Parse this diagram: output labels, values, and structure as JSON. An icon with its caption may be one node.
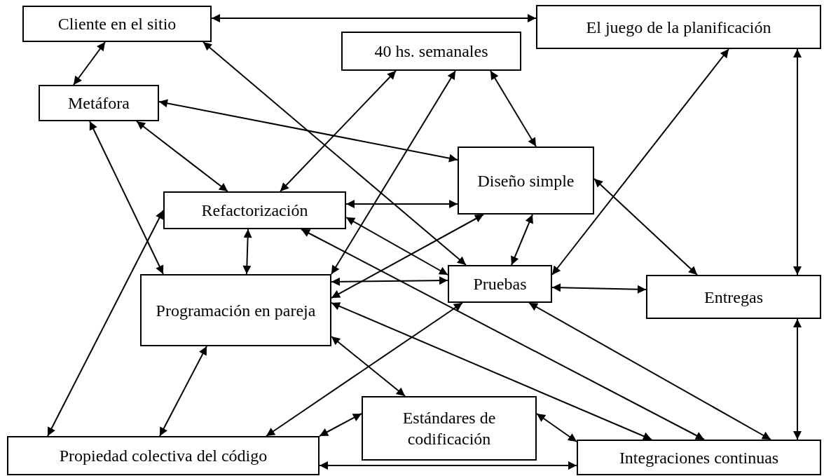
{
  "diagram": {
    "nodes": [
      {
        "text": [
          "Cliente en el sitio"
        ]
      },
      {
        "text": [
          "El juego de la planificación"
        ]
      },
      {
        "text": [
          "40 hs. semanales"
        ]
      },
      {
        "text": [
          "Metáfora"
        ]
      },
      {
        "text": [
          "Diseño simple"
        ]
      },
      {
        "text": [
          "Refactorización"
        ]
      },
      {
        "text": [
          "Pruebas"
        ]
      },
      {
        "text": [
          "Programación en pareja"
        ]
      },
      {
        "text": [
          "Entregas"
        ]
      },
      {
        "text": [
          "Estándares de codificación"
        ]
      },
      {
        "text": [
          "Propiedad colectiva del código"
        ]
      },
      {
        "text": [
          "Integraciones continuas"
        ]
      }
    ],
    "edges": [
      {
        "from": 0,
        "to": 1,
        "arrow": "both"
      },
      {
        "from": 0,
        "to": 3,
        "arrow": "both"
      },
      {
        "from": 0,
        "to": 6,
        "arrow": "both"
      },
      {
        "from": 3,
        "to": 4,
        "arrow": "both"
      },
      {
        "from": 3,
        "to": 5,
        "arrow": "both"
      },
      {
        "from": 3,
        "to": 7,
        "arrow": "both"
      },
      {
        "from": 2,
        "to": 5,
        "arrow": "both"
      },
      {
        "from": 2,
        "to": 7,
        "arrow": "both"
      },
      {
        "from": 2,
        "to": 4,
        "arrow": "both"
      },
      {
        "from": 5,
        "to": 4,
        "arrow": "both"
      },
      {
        "from": 5,
        "to": 7,
        "arrow": "both"
      },
      {
        "from": 5,
        "to": 6,
        "arrow": "both"
      },
      {
        "from": 5,
        "to": 11,
        "arrow": "both"
      },
      {
        "from": 7,
        "to": 11,
        "arrow": "both"
      },
      {
        "from": 6,
        "to": 11,
        "arrow": "both"
      },
      {
        "from": 4,
        "to": 7,
        "arrow": "both"
      },
      {
        "from": 4,
        "to": 6,
        "arrow": "both"
      },
      {
        "from": 4,
        "to": 8,
        "arrow": "both"
      },
      {
        "from": 1,
        "to": 6,
        "arrow": "both"
      },
      {
        "from": 1,
        "to": 8,
        "arrow": "both"
      },
      {
        "from": 7,
        "to": 6,
        "arrow": "both"
      },
      {
        "from": 6,
        "to": 10,
        "arrow": "both"
      },
      {
        "from": 6,
        "to": 8,
        "arrow": "both"
      },
      {
        "from": 7,
        "to": 9,
        "arrow": "both"
      },
      {
        "from": 7,
        "to": 10,
        "arrow": "both"
      },
      {
        "from": 5,
        "to": 10,
        "arrow": "both"
      },
      {
        "from": 9,
        "to": 10,
        "arrow": "both"
      },
      {
        "from": 9,
        "to": 11,
        "arrow": "both"
      },
      {
        "from": 10,
        "to": 11,
        "arrow": "both"
      },
      {
        "from": 8,
        "to": 11,
        "arrow": "both"
      }
    ]
  }
}
